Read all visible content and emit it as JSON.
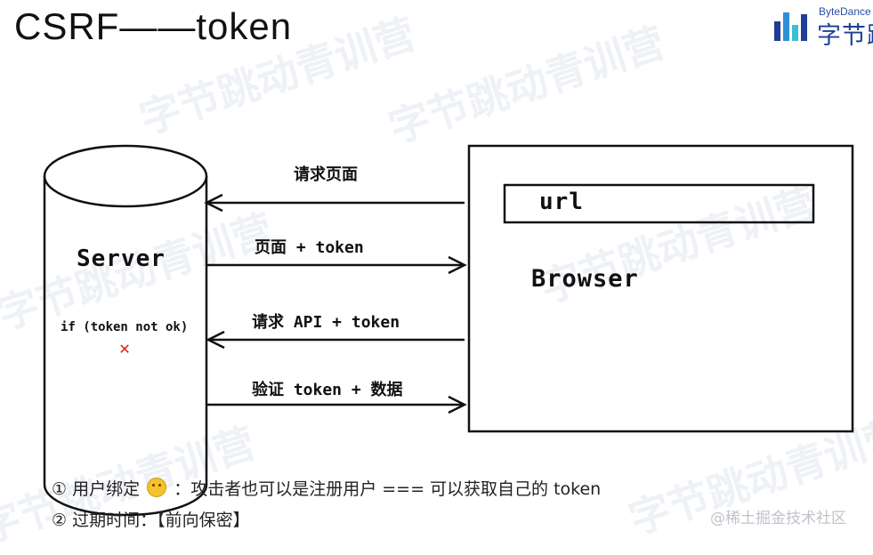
{
  "title": "CSRF——token",
  "brand": {
    "en": "ByteDance",
    "cn": "字节跳"
  },
  "watermark": "字节跳动青训营",
  "nodes": {
    "server": {
      "label": "Server",
      "condition": "if (token not ok)",
      "reject_mark": "✕"
    },
    "browser": {
      "label": "Browser",
      "url_bar": "url"
    }
  },
  "arrows": [
    {
      "label": "请求页面",
      "direction": "browser-to-server"
    },
    {
      "label": "页面 + token",
      "direction": "server-to-browser"
    },
    {
      "label": "请求 API + token",
      "direction": "browser-to-server"
    },
    {
      "label": "验证 token + 数据",
      "direction": "server-to-browser"
    }
  ],
  "notes": [
    {
      "bullet": "①",
      "text_before": "用户绑定",
      "text_after": "：攻击者也可以是注册用户 === 可以获取自己的 token"
    },
    {
      "bullet": "②",
      "text": "过期时间：【前向保密】"
    }
  ],
  "footer_watermark": "@稀土掘金技术社区",
  "colors": {
    "ink": "#111111",
    "reject": "#e02424",
    "brand": "#1e3f96"
  }
}
